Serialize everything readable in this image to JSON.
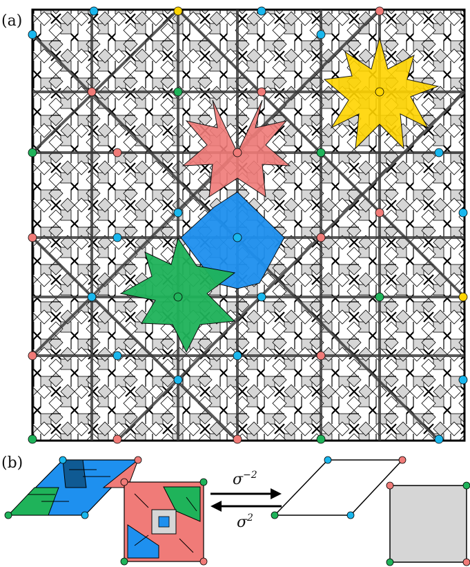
{
  "panel_a": {
    "label": "(a)",
    "colors": {
      "tile_gray": "#d6d6d6",
      "tile_white": "#ffffff",
      "tile_edge": "#000000",
      "superlattice": "#3c3c3c",
      "red": "#f07b78",
      "blue": "#1e90ef",
      "green": "#1fb35a",
      "yellow": "#ffd400",
      "cyan": "#19b7ee"
    },
    "star_names": [
      "red-star",
      "blue-star",
      "green-star",
      "yellow-star"
    ]
  },
  "panel_b": {
    "label": "(b)",
    "arrow_top_label": "σ",
    "arrow_top_exp": "−2",
    "arrow_bottom_label": "σ",
    "arrow_bottom_exp": "2"
  }
}
